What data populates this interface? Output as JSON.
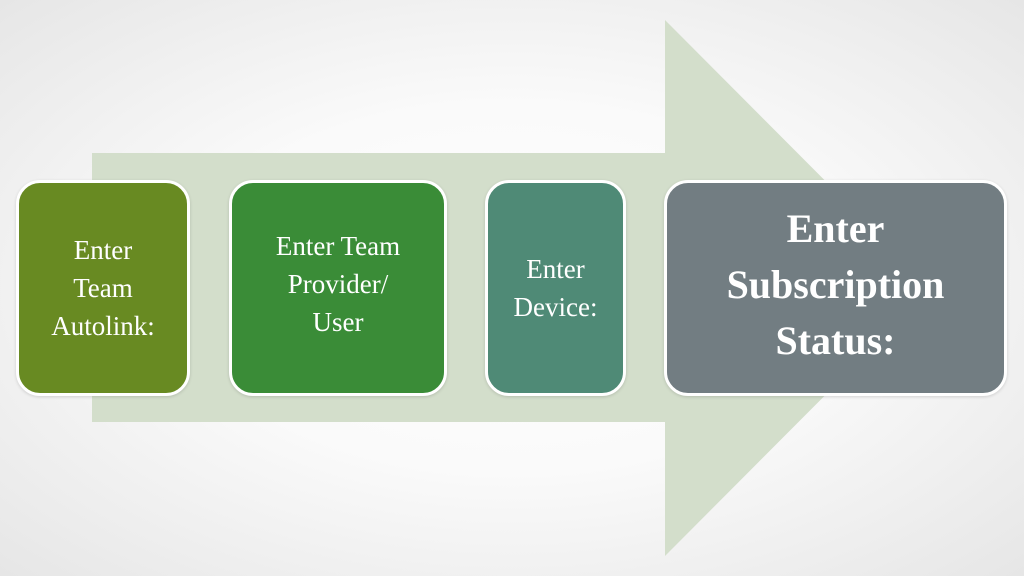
{
  "diagram": {
    "arrow_color": "#d3decb",
    "steps": [
      {
        "label": "Enter\nTeam\nAutolink:",
        "color": "#688a22"
      },
      {
        "label": "Enter Team\nProvider/\nUser",
        "color": "#3a8c37"
      },
      {
        "label": "Enter\nDevice:",
        "color": "#4f8a76"
      },
      {
        "label": "Enter\nSubscription\nStatus:",
        "color": "#727d82"
      }
    ]
  }
}
